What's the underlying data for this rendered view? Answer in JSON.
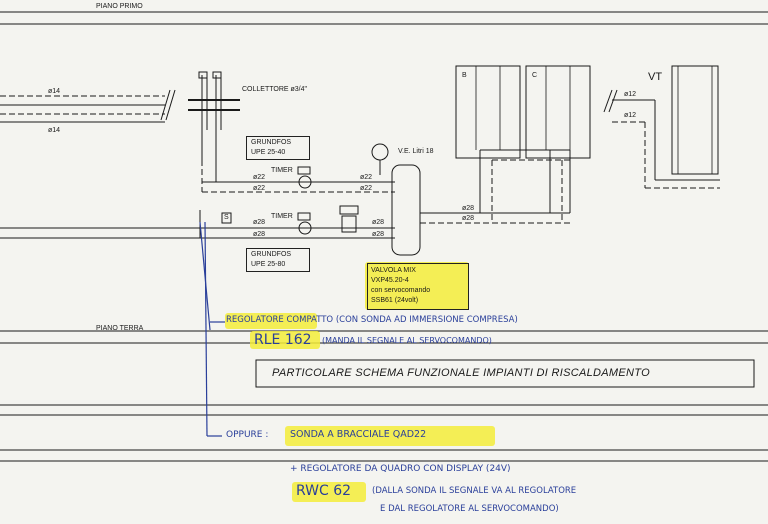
{
  "floors": {
    "upper": "PIANO PRIMO",
    "ground": "PIANO TERRA"
  },
  "collector": {
    "label": "COLLETTORE ø3/4\""
  },
  "pipes": {
    "d14": "ø14",
    "d22": "ø22",
    "d28": "ø28",
    "d12": "ø12"
  },
  "pumps": [
    {
      "line1": "GRUNDFOS",
      "line2": "UPE 25-40"
    },
    {
      "line1": "GRUNDFOS",
      "line2": "UPE 25-80"
    }
  ],
  "timer": "TIMER",
  "expansion_vessel": "V.E. Litri 18",
  "sensor_tag": "S",
  "boilers": [
    "B",
    "C"
  ],
  "radiator": "VT",
  "valve_box": [
    "VALVOLA MIX",
    "VXP45.20-4",
    "con servocomando",
    "SSB61 (24volt)"
  ],
  "title": "PARTICOLARE SCHEMA FUNZIONALE IMPIANTI DI RISCALDAMENTO",
  "handwritten": {
    "regulator": "REGOLATORE COMPATTO (CON SONDA AD IMMERSIONE COMPRESA)",
    "rle_code": "RLE 162",
    "rle_note": "(MANDA IL SEGNALE AL SERVOCOMANDO)",
    "or_label": "OPPURE :",
    "sonda": "SONDA A BRACCIALE QAD22",
    "plus_reg": "+ REGOLATORE DA QUADRO CON DISPLAY (24V)",
    "rwc_code": "RWC 62",
    "rwc_note1": "(DALLA SONDA IL SEGNALE VA AL REGOLATORE",
    "rwc_note2": "E DAL REGOLATORE AL SERVOCOMANDO)"
  },
  "colors": {
    "ink": "#1a1a1a",
    "pen": "#2a3f9a",
    "highlight": "#f3ec3a",
    "paper": "#f4f4f0"
  }
}
